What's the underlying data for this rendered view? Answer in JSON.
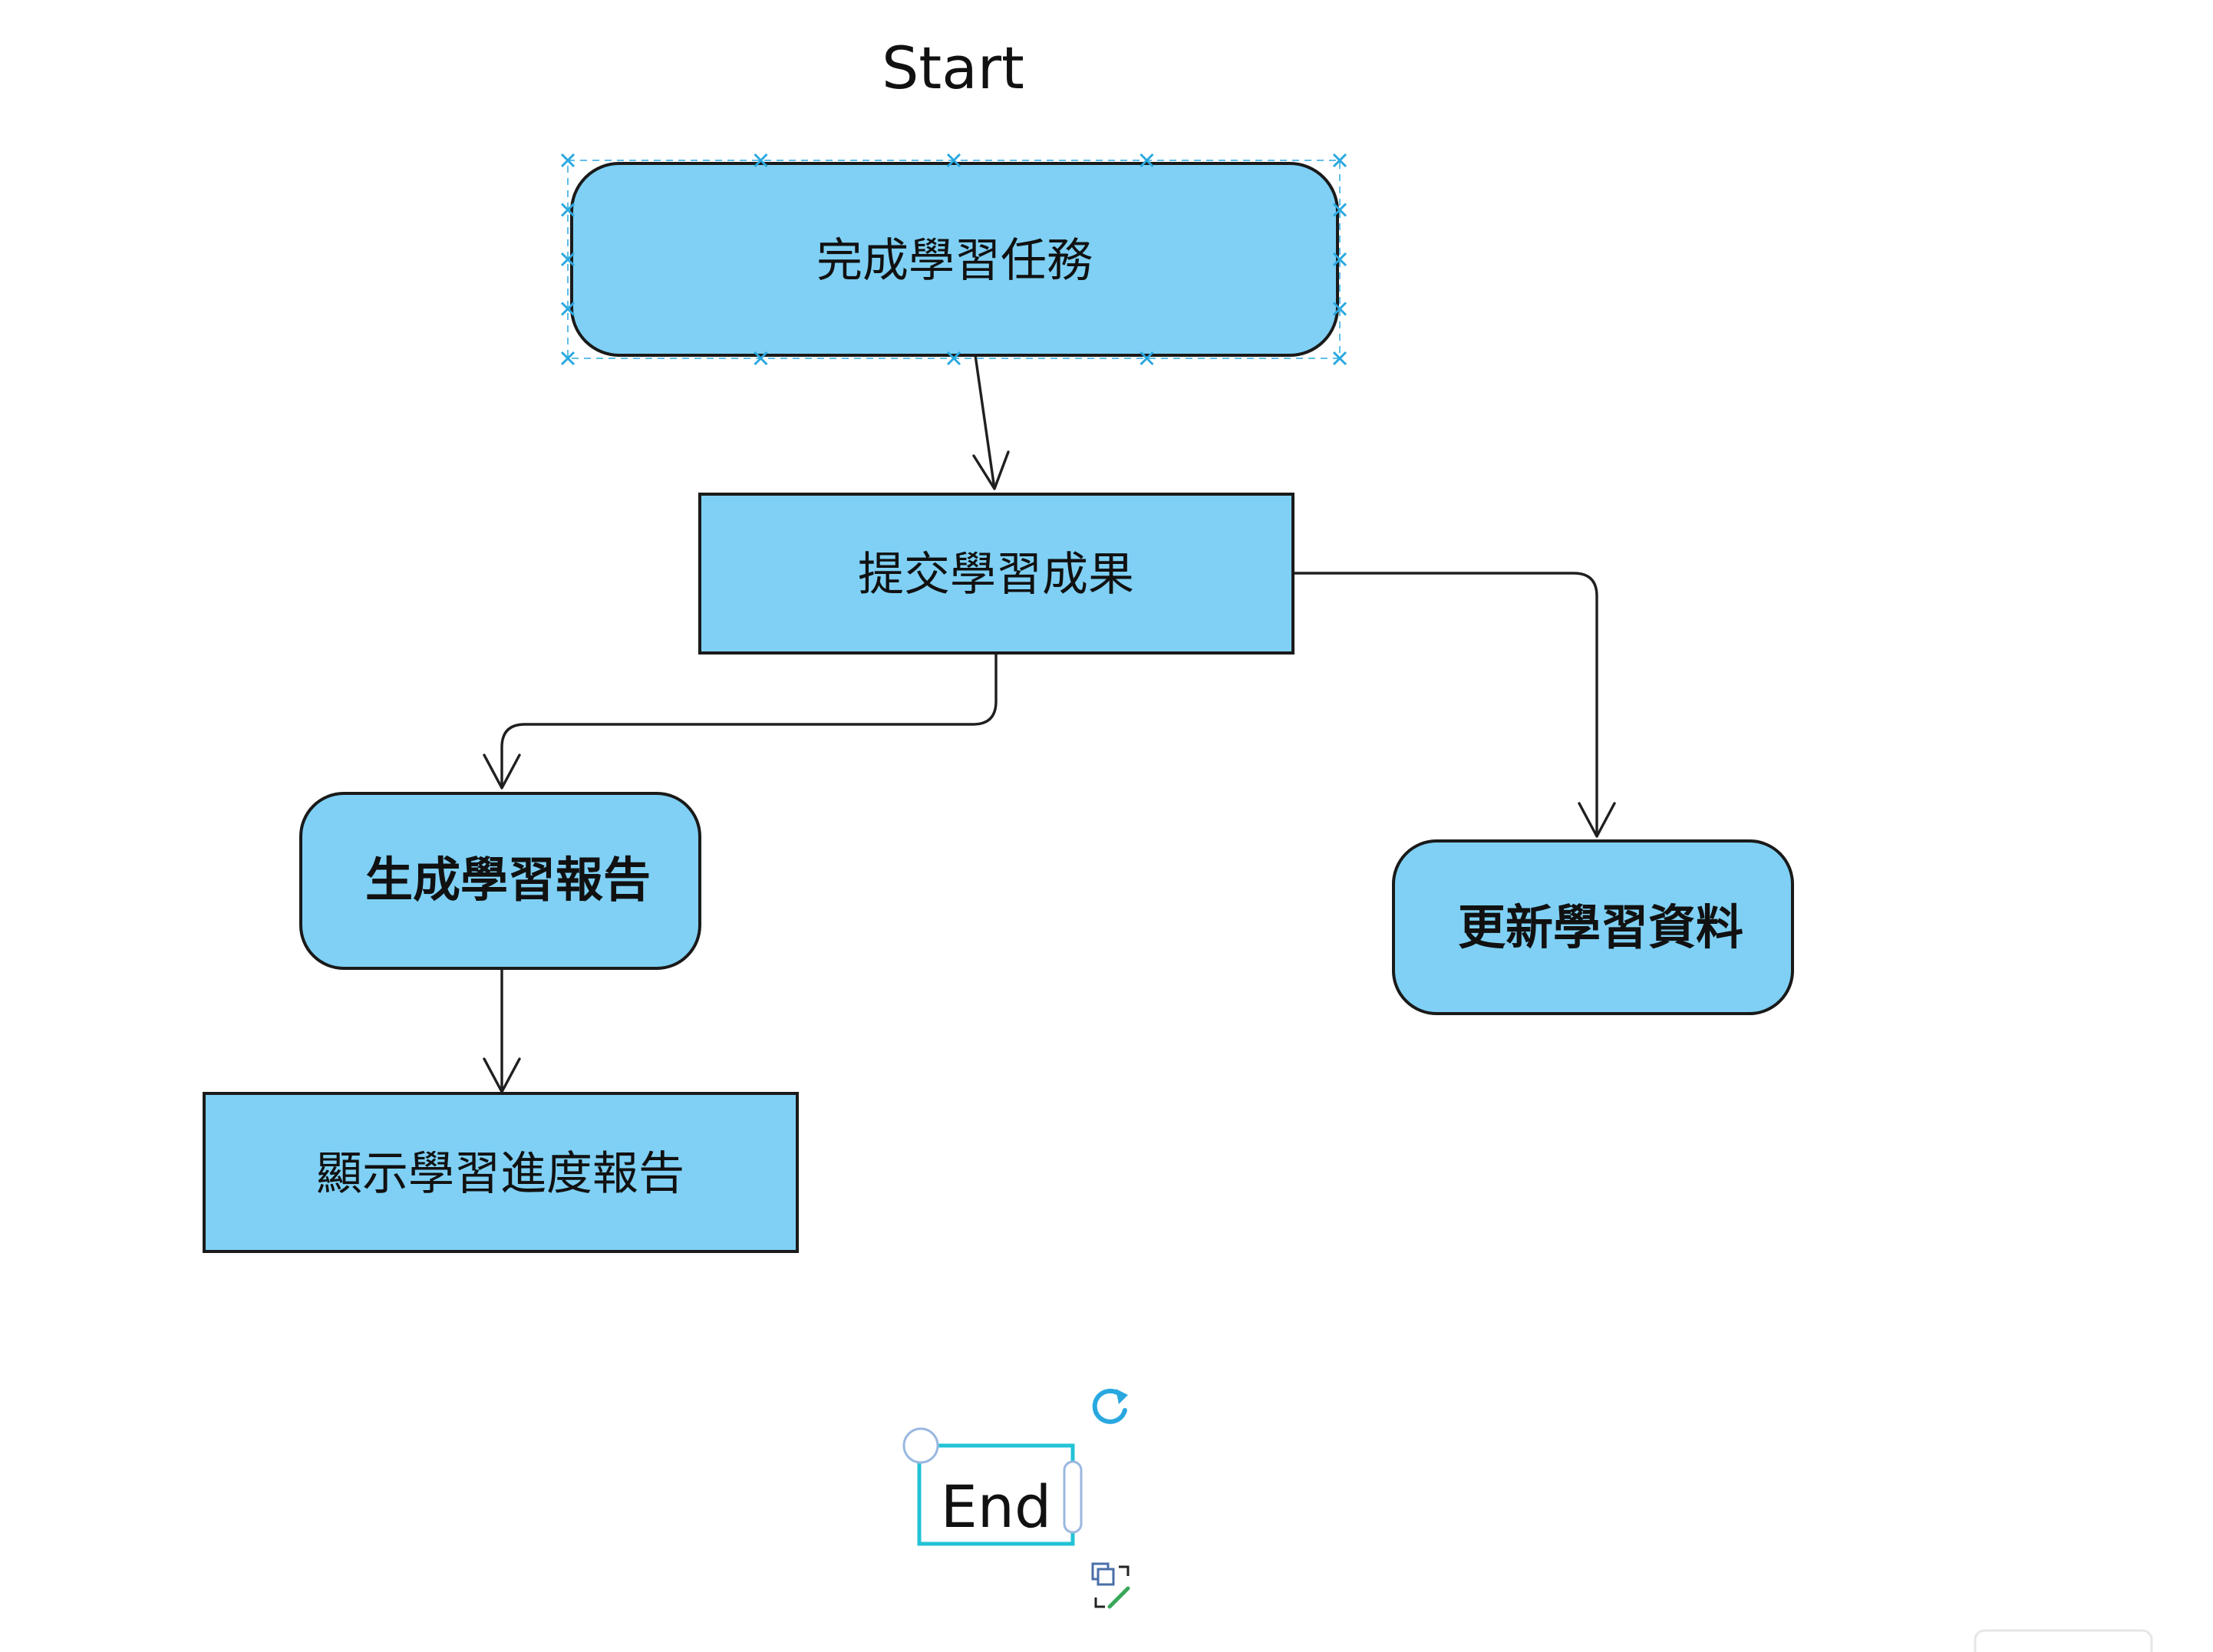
{
  "diagram": {
    "start_label": "Start",
    "end_label": "End",
    "nodes": [
      {
        "id": "n1",
        "label": "完成學習任務"
      },
      {
        "id": "n2",
        "label": "提交學習成果"
      },
      {
        "id": "n3",
        "label": "生成學習報告"
      },
      {
        "id": "n4",
        "label": "更新學習資料"
      },
      {
        "id": "n5",
        "label": "顯示學習進度報告"
      }
    ],
    "edges": [
      {
        "from": "n1",
        "to": "n2"
      },
      {
        "from": "n2",
        "to": "n3"
      },
      {
        "from": "n2",
        "to": "n4"
      },
      {
        "from": "n3",
        "to": "n5"
      }
    ],
    "colors": {
      "node_fill": "#7fd0f4",
      "node_stroke": "#1a1a1a",
      "selection": "#29a8e0",
      "text_edit_frame": "#22c3d6",
      "link_green": "#3aa85a"
    },
    "icons": [
      "rotate-icon",
      "duplicate-icon",
      "link-icon"
    ]
  }
}
